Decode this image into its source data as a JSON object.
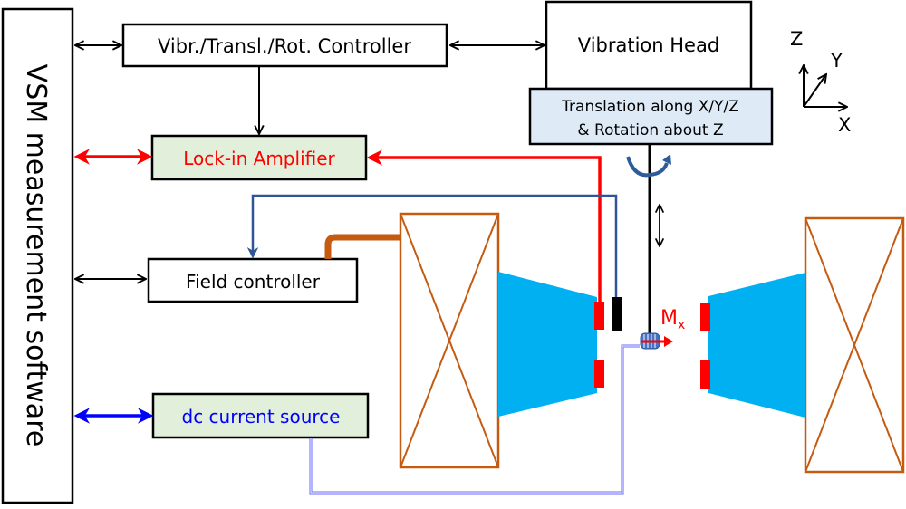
{
  "title": "VSM setup block diagram",
  "software": {
    "label": "VSM measurement software"
  },
  "blocks": {
    "vibr_controller": {
      "label": "Vibr./Transl./Rot. Controller"
    },
    "vibration_head": {
      "label": "Vibration Head"
    },
    "translation": {
      "line1": "Translation along X/Y/Z",
      "line2": "& Rotation about Z"
    },
    "lockin": {
      "label": "Lock-in Amplifier"
    },
    "field_controller": {
      "label": "Field controller"
    },
    "dc_source": {
      "label": "dc current source"
    }
  },
  "axes": {
    "z": "Z",
    "y": "Y",
    "x": "X"
  },
  "sample": {
    "moment_label": "M",
    "moment_subscript": "x"
  },
  "colors": {
    "lockin_signal": "#ff0000",
    "dc_signal": "#0000ff",
    "hall_line": "#2f5597",
    "coil_orange": "#c55a11",
    "pole_blue": "#00b0f0",
    "green_fill": "#e2efda",
    "blue_fill": "#deebf7",
    "rotation_arrow": "#2e5c9a",
    "dc_line": "#6a6aff"
  }
}
